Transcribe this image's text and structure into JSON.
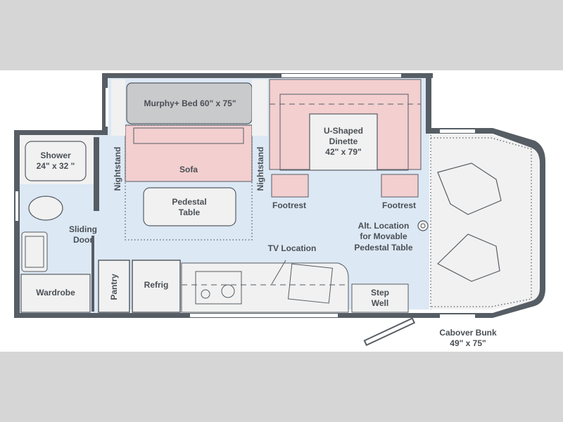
{
  "floorplan": {
    "colors": {
      "wall": "#565d64",
      "floor": "#dce8f4",
      "fixture": "#f1f1f1",
      "sofa": "#f3cfcf",
      "bed": "#c9cacc",
      "band": "#d6d6d6"
    },
    "labels": {
      "murphy_bed": "Murphy+ Bed 60\" x 75\"",
      "sofa": "Sofa",
      "nightstand_left": "Nightstand",
      "nightstand_right": "Nightstand",
      "pedestal_table": [
        "Pedestal",
        "Table"
      ],
      "shower": [
        "Shower",
        "24\" x 32 \""
      ],
      "sliding_door": [
        "Sliding",
        "Door"
      ],
      "wardrobe": "Wardrobe",
      "pantry": "Pantry",
      "refrig": "Refrig",
      "tv_location": "TV Location",
      "dinette": [
        "U-Shaped",
        "Dinette",
        "42\" x 79\""
      ],
      "footrest_left": "Footrest",
      "footrest_right": "Footrest",
      "alt_location": [
        "Alt. Location",
        "for Movable",
        "Pedestal Table"
      ],
      "step_well": [
        "Step",
        "Well"
      ],
      "cabover_bunk": [
        "Cabover Bunk",
        "49\" x 75\""
      ]
    }
  }
}
